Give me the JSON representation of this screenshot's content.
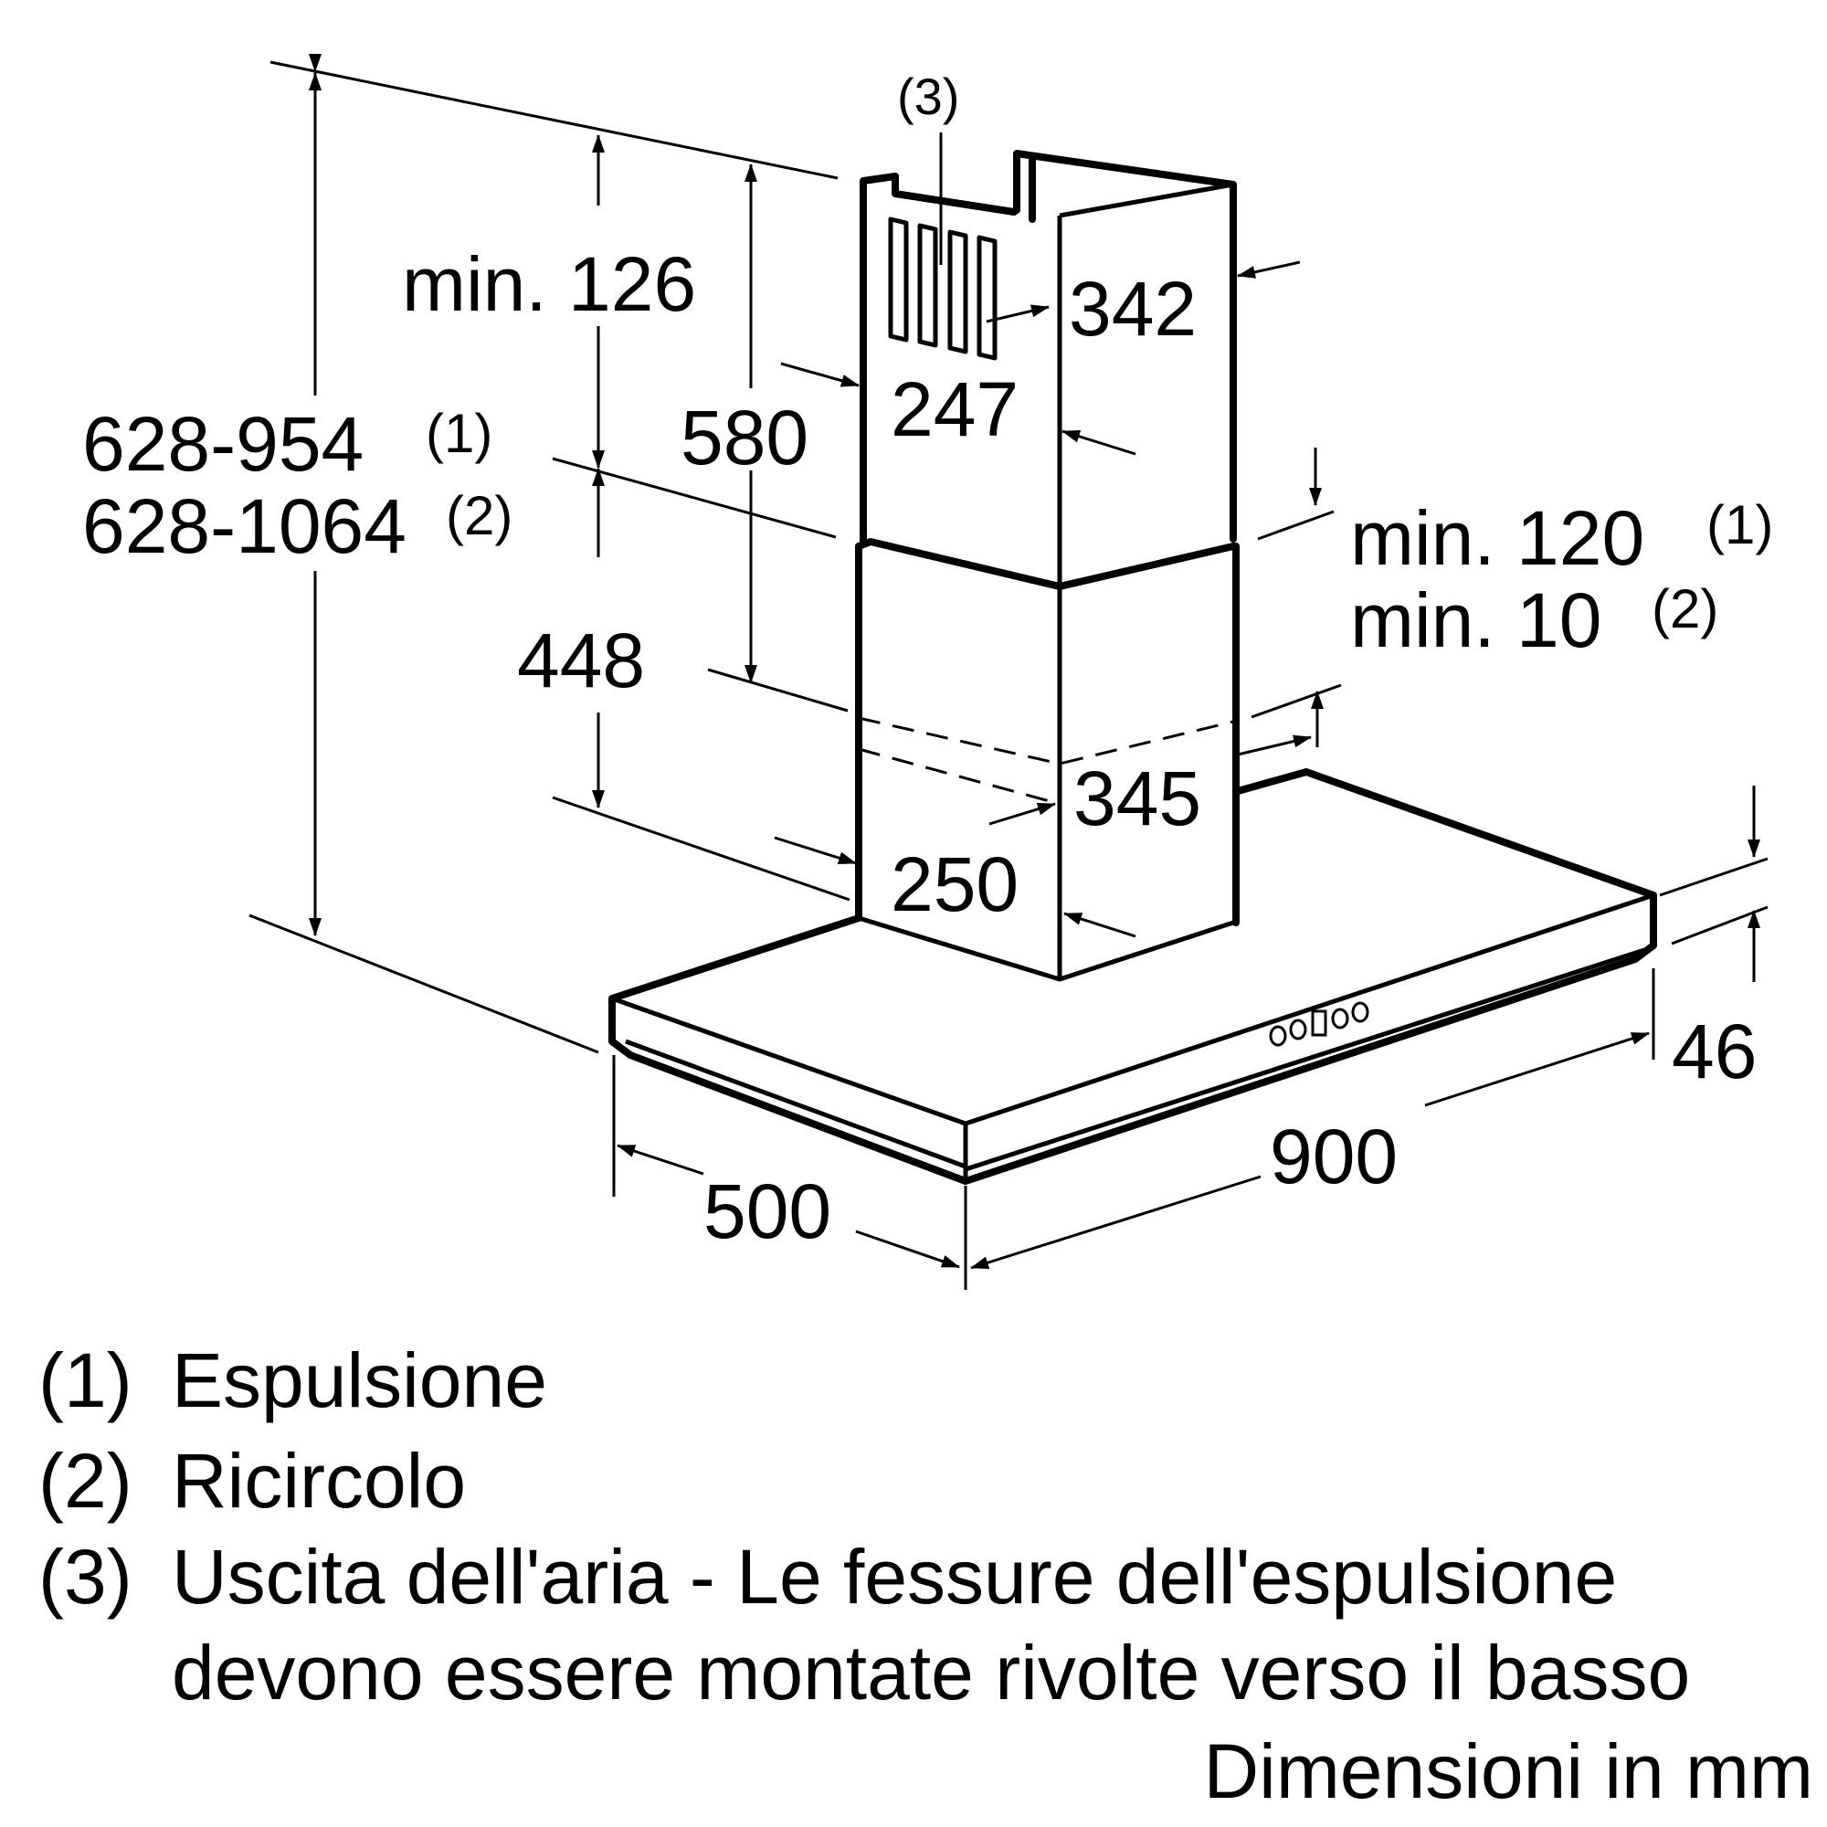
{
  "dimensions": {
    "total_height_1": "628-954",
    "total_height_1_note": "(1)",
    "total_height_2": "628-1064",
    "total_height_2_note": "(2)",
    "min_top": "min. 126",
    "chimney_upper": "580",
    "chimney_lower": "448",
    "upper_width": "342",
    "upper_depth": "247",
    "lower_width": "345",
    "lower_depth": "250",
    "gap_1": "min. 120",
    "gap_1_note": "(1)",
    "gap_2": "min. 10",
    "gap_2_note": "(2)",
    "canopy_height": "46",
    "canopy_width": "900",
    "canopy_depth": "500",
    "outlet_marker": "(3)"
  },
  "legend": [
    {
      "num": "(1)",
      "text": "Espulsione"
    },
    {
      "num": "(2)",
      "text": "Ricircolo"
    },
    {
      "num": "(3)",
      "text": "Uscita dell'aria - Le fessure dell'espulsione"
    },
    {
      "num": "",
      "text": "devono essere montate rivolte verso il basso"
    }
  ],
  "units_note": "Dimensioni in mm"
}
